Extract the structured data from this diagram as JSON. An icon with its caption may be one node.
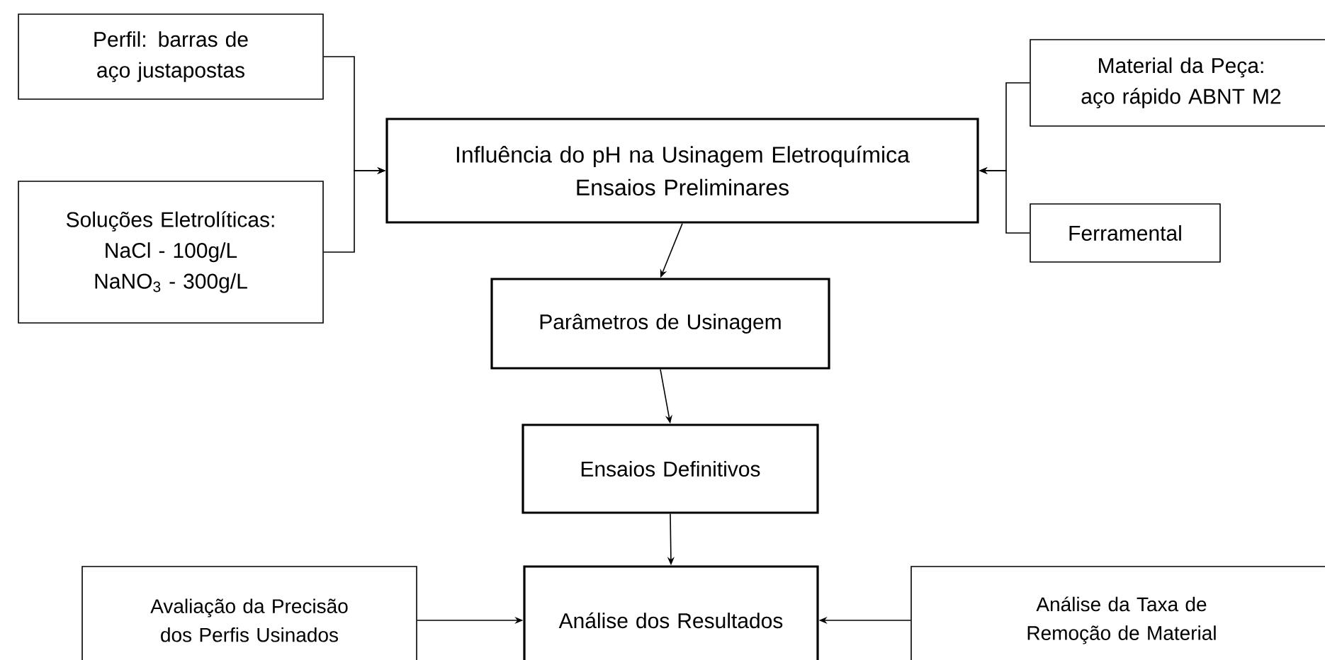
{
  "diagram": {
    "nodes": [
      {
        "text": [
          "Perfil:  barras de aço justapostas"
        ]
      },
      {
        "text": [
          "Soluções Eletrolíticas:",
          "NaCl - 100g/L",
          "NaNO$_{3}$ - 300g/L"
        ]
      },
      {
        "text": [
          "Influência do pH na Usinagem Eletroquímica",
          "Ensaios Preliminares"
        ]
      },
      {
        "text": [
          "Material da Peça:",
          "aço rápido  ABNT M2"
        ]
      },
      {
        "text": [
          "Ferramental"
        ]
      },
      {
        "text": [
          "Parâmetros de Usinagem"
        ]
      },
      {
        "text": [
          "Ensaios Definitivos"
        ]
      },
      {
        "text": [
          "Análise dos Resultados"
        ]
      },
      {
        "text": [
          "Avaliação da Precisão dos Perfis Usinados"
        ]
      },
      {
        "text": [
          "Análise  da  Taxa de Remoção de Material"
        ]
      }
    ],
    "edges": [
      {
        "from": 0,
        "to": 2,
        "arrow": "to"
      },
      {
        "from": 1,
        "to": 2,
        "arrow": "to"
      },
      {
        "from": 3,
        "to": 2,
        "arrow": "to"
      },
      {
        "from": 4,
        "to": 2,
        "arrow": "to"
      },
      {
        "from": 2,
        "to": 5,
        "arrow": "to"
      },
      {
        "from": 5,
        "to": 6,
        "arrow": "to"
      },
      {
        "from": 6,
        "to": 7,
        "arrow": "to"
      },
      {
        "from": 8,
        "to": 7,
        "arrow": "to"
      },
      {
        "from": 9,
        "to": 7,
        "arrow": "to"
      }
    ]
  }
}
